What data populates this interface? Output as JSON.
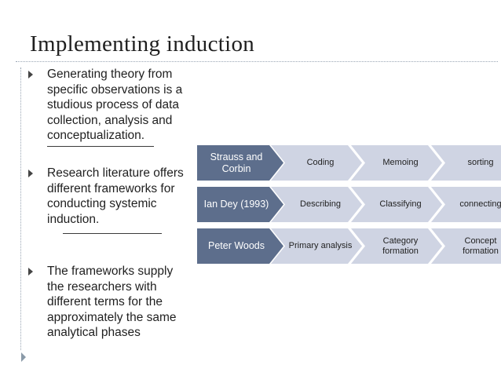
{
  "slide": {
    "title": "Implementing induction",
    "bullets": [
      "Generating theory from specific observations  is a studious process of data collection, analysis and conceptualization.",
      "Research literature offers different frameworks for conducting systemic induction.",
      "The frameworks supply the researchers with different terms for the approximately the same analytical phases"
    ]
  },
  "frameworks": [
    {
      "label": "Strauss and Corbin",
      "steps": [
        "Coding",
        "Memoing",
        "sorting"
      ]
    },
    {
      "label": "Ian Dey (1993)",
      "steps": [
        "Describing",
        "Classifying",
        "connecting"
      ]
    },
    {
      "label": "Peter Woods",
      "steps": [
        "Primary analysis",
        "Category formation",
        "Concept formation"
      ]
    }
  ],
  "colors": {
    "header_chevron": "#5d6e8c",
    "step_chevron": "#cfd4e3",
    "rule": "#9aa6b4"
  }
}
